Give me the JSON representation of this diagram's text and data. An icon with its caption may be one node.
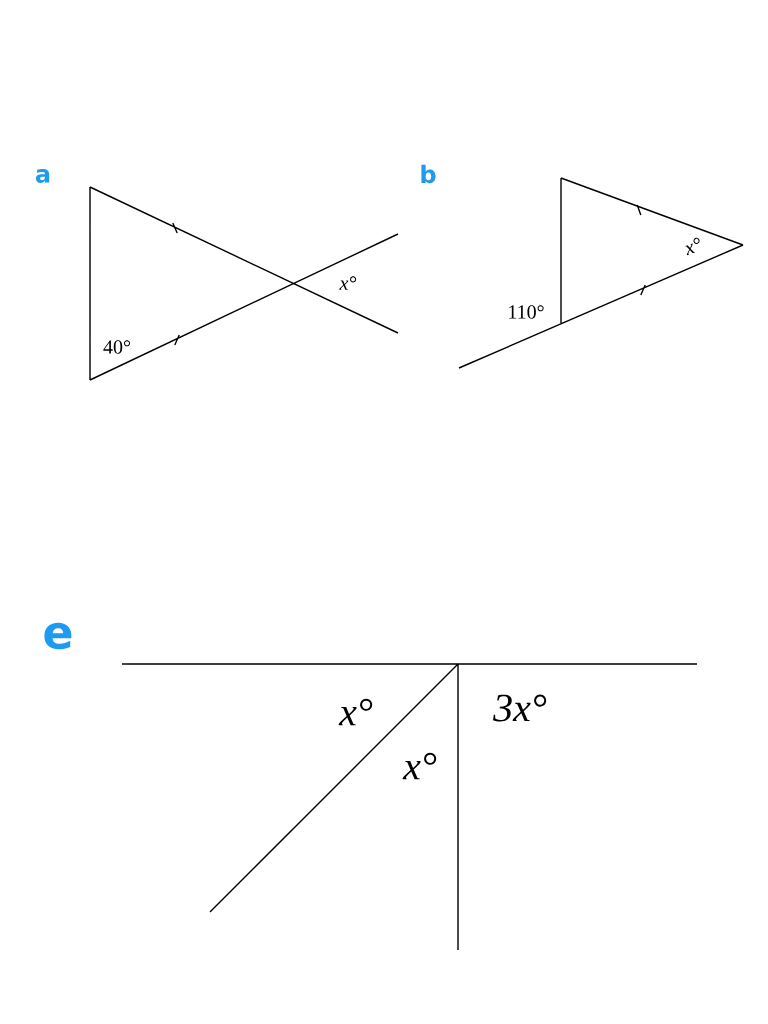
{
  "diagram": {
    "labels": [
      "a",
      "40°",
      "x°",
      "b",
      "110°",
      "x°",
      "e",
      "x°",
      "3x°",
      "x°"
    ]
  }
}
